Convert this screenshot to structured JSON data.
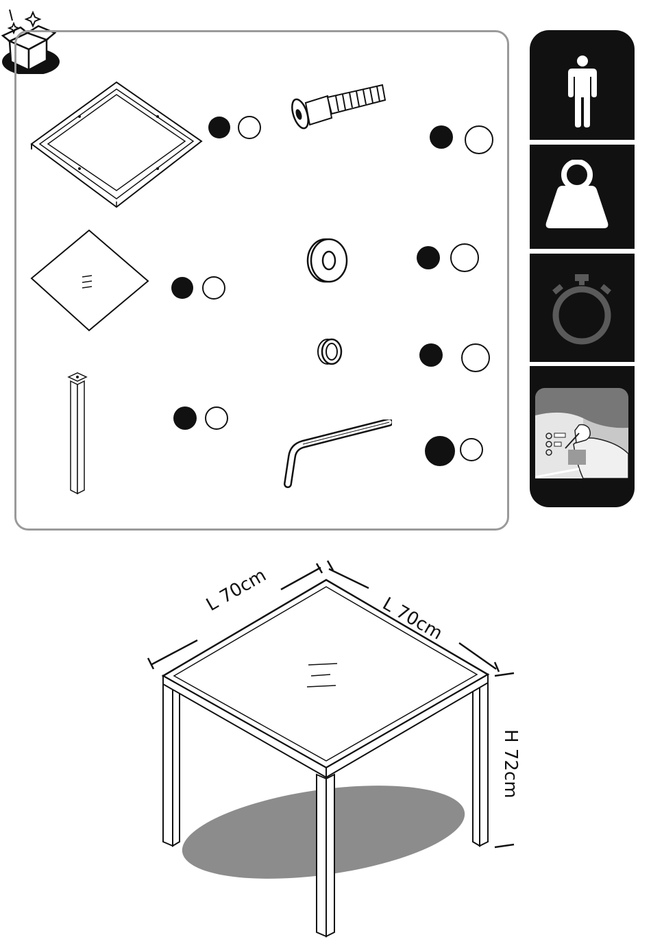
{
  "page": {
    "icons": [
      "box-open-icon",
      "person-icon",
      "weight-icon",
      "stopwatch-icon",
      "instruction-manual-icon"
    ]
  },
  "parts": [
    {
      "name": "frame",
      "icon": "table-frame-icon",
      "people": 1,
      "weight_level": 1
    },
    {
      "name": "glass-top",
      "icon": "glass-top-icon"
    },
    {
      "name": "leg",
      "icon": "table-leg-icon"
    },
    {
      "name": "bolt",
      "icon": "bolt-icon"
    },
    {
      "name": "washer",
      "icon": "washer-icon"
    },
    {
      "name": "spacer",
      "icon": "spacer-ring-icon"
    },
    {
      "name": "allen-key",
      "icon": "allen-key-icon"
    }
  ],
  "dimensions": {
    "length_left": "L 70cm",
    "length_right": "L 70cm",
    "height": "H 72cm"
  },
  "colors": {
    "panel_border": "#9a9a9a",
    "sidebar_bg": "#111111",
    "shadow": "#8c8c8c"
  }
}
